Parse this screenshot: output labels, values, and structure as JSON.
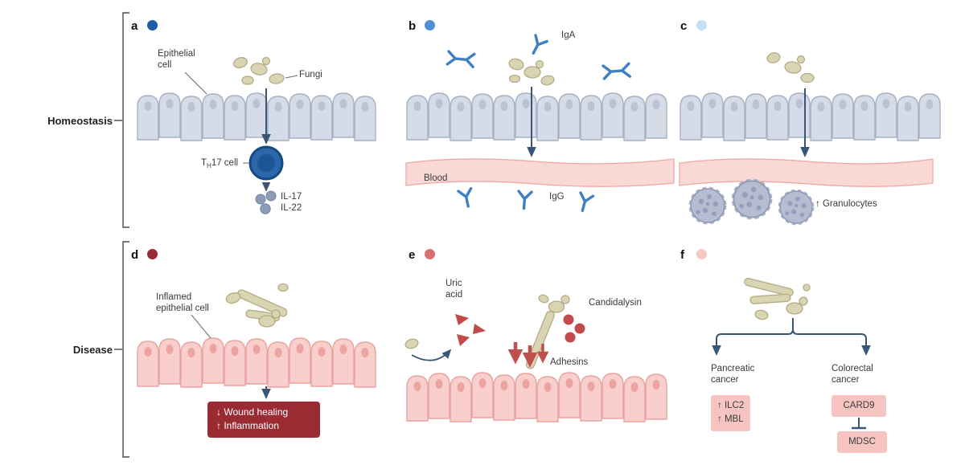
{
  "figure": {
    "rows": {
      "homeostasis": "Homeostasis",
      "disease": "Disease"
    }
  },
  "panels": {
    "a": {
      "letter": "a",
      "labels": {
        "epithelial_cell": "Epithelial cell",
        "fungi": "Fungi",
        "th17_pre": "T",
        "th17_sub": "H",
        "th17_post": "17 cell",
        "il17": "IL-17",
        "il22": "IL-22"
      }
    },
    "b": {
      "letter": "b",
      "labels": {
        "iga": "IgA",
        "blood": "Blood",
        "igg": "IgG"
      }
    },
    "c": {
      "letter": "c",
      "labels": {
        "granulocytes": "↑ Granulocytes"
      }
    },
    "d": {
      "letter": "d",
      "labels": {
        "inflamed_epithelial_cell": "Inflamed epithelial cell",
        "outcome_line1": "↓ Wound healing",
        "outcome_line2": "↑ Inflammation"
      }
    },
    "e": {
      "letter": "e",
      "labels": {
        "uric_acid": "Uric acid",
        "candidalysin": "Candidalysin",
        "adhesins": "Adhesins"
      }
    },
    "f": {
      "letter": "f",
      "labels": {
        "pancreatic_cancer": "Pancreatic cancer",
        "colorectal_cancer": "Colorectal cancer",
        "ilc2": "↑ ILC2",
        "mbl": "↑ MBL",
        "card9": "CARD9",
        "mdsc": "MDSC"
      }
    }
  },
  "colors": {
    "dot_a": "#1a5fa8",
    "dot_b": "#4e90d2",
    "dot_c": "#c3e0f4",
    "dot_d": "#9b2b33",
    "dot_e": "#d97070",
    "dot_f": "#f5c9c6",
    "arrow": "#3a5677",
    "epithelium_homeostasis": "#d6dce7",
    "epithelium_inflamed": "#f8cfcc",
    "blood_band": "#f9d8d6",
    "fungi": "#d9d4b2",
    "antibody": "#3f80c4",
    "th17_cell": "#2a67ab",
    "cytokine": "#8e9cb8",
    "granulocyte": "#b6bdd1",
    "red_accent": "#c24a4a",
    "outcome_box": "#9b2b33",
    "cancer_box": "#f6c5c2"
  }
}
